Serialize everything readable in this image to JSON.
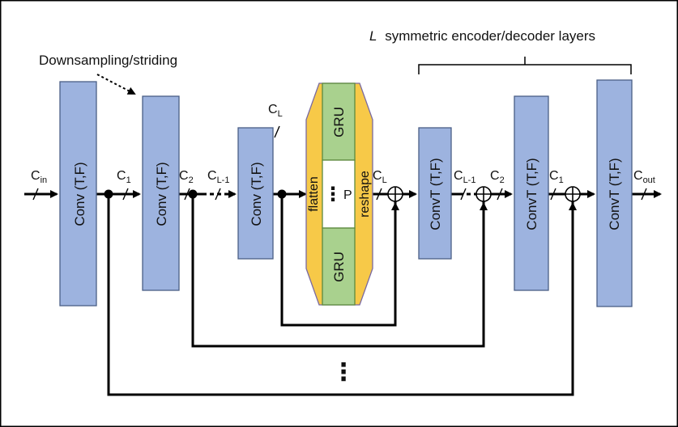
{
  "header": {
    "layers_note": "symmetric encoder/decoder layers",
    "layers_symbol": "L"
  },
  "annotation": {
    "downsampling": "Downsampling/striding"
  },
  "encoder": [
    {
      "label": "Conv (T,F)"
    },
    {
      "label": "Conv (T,F)"
    },
    {
      "label": "Conv (T,F)"
    }
  ],
  "decoder": [
    {
      "label": "ConvT (T,F)"
    },
    {
      "label": "ConvT (T,F)"
    },
    {
      "label": "ConvT (T,F)"
    }
  ],
  "bottleneck": {
    "gru_top": "GRU",
    "gru_bottom": "GRU",
    "flatten": "flatten",
    "reshape": "reshape",
    "p_label": "P",
    "dots": "⋮"
  },
  "channels": {
    "c": "C",
    "in_sub": "in",
    "one_sub": "1",
    "two_sub": "2",
    "lm1_sub": "L-1",
    "L_sub": "L",
    "out_sub": "out"
  },
  "skip_dots": "⋮",
  "colors": {
    "conv": "#9db3df",
    "gru": "#a9d18e",
    "wrap": "#f7c948"
  }
}
